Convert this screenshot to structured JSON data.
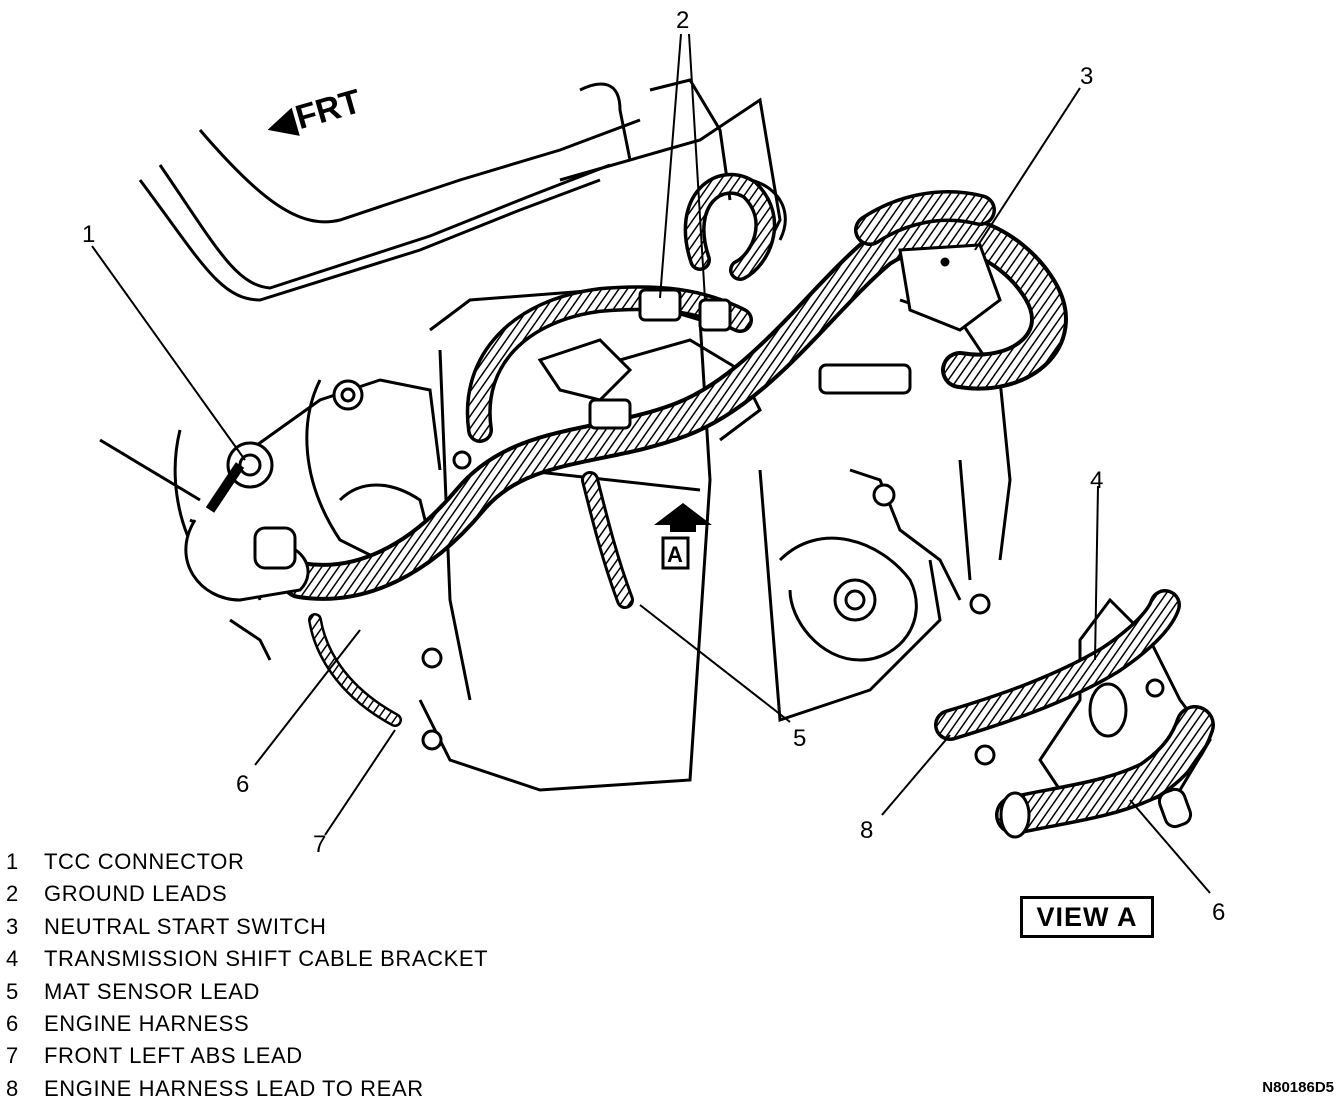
{
  "direction_marker": {
    "arrow_icon": "left-arrow-icon",
    "label": "FRT"
  },
  "view_marker": {
    "arrow_icon": "up-arrow-icon",
    "label": "A"
  },
  "view_a_label": "VIEW A",
  "figure_code": "N80186D5",
  "callouts": [
    "1",
    "2",
    "3",
    "4",
    "5",
    "6",
    "6",
    "7",
    "8"
  ],
  "legend": [
    {
      "num": "1",
      "text": "TCC CONNECTOR"
    },
    {
      "num": "2",
      "text": "GROUND LEADS"
    },
    {
      "num": "3",
      "text": "NEUTRAL START SWITCH"
    },
    {
      "num": "4",
      "text": "TRANSMISSION SHIFT CABLE BRACKET"
    },
    {
      "num": "5",
      "text": "MAT SENSOR LEAD"
    },
    {
      "num": "6",
      "text": "ENGINE HARNESS"
    },
    {
      "num": "7",
      "text": "FRONT LEFT ABS LEAD"
    },
    {
      "num": "8",
      "text": "ENGINE HARNESS LEAD TO REAR"
    }
  ]
}
